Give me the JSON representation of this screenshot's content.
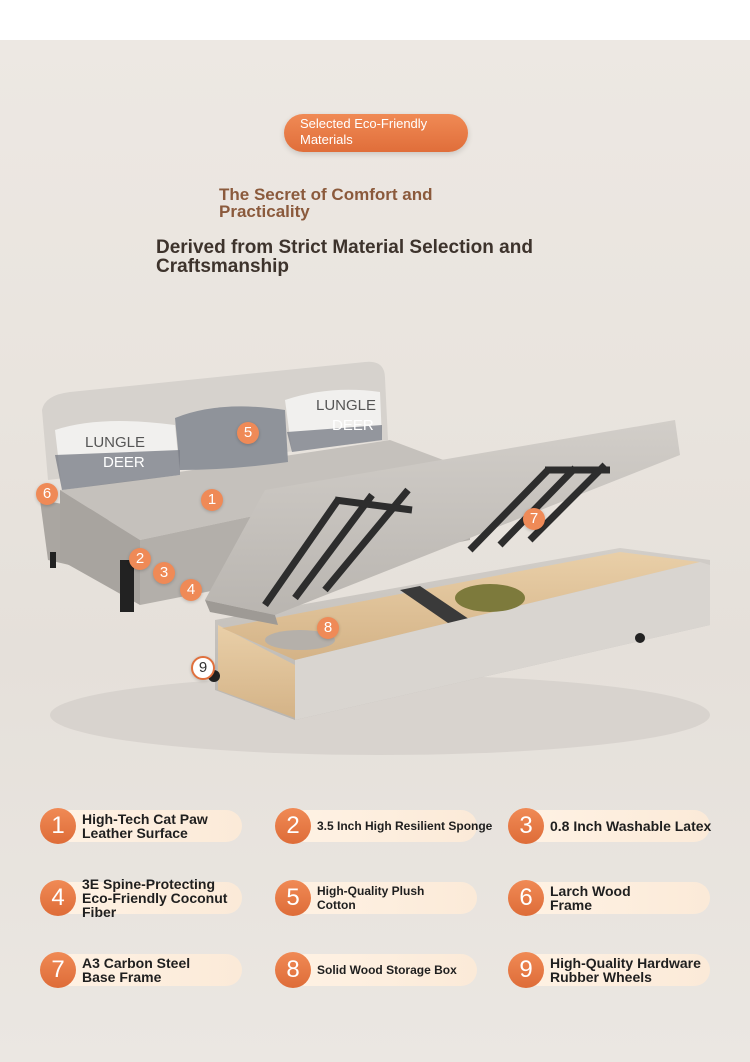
{
  "header": {
    "badge": "Selected Eco-Friendly Materials",
    "subtitle": "The Secret of Comfort and Practicality",
    "title": "Derived from Strict Material Selection and Craftsmanship"
  },
  "pillows": {
    "left": [
      "LUNGLE",
      "DEER"
    ],
    "right": [
      "LUNGLE",
      "DEER"
    ]
  },
  "markers": [
    "1",
    "2",
    "3",
    "4",
    "5",
    "6",
    "7",
    "8",
    "9"
  ],
  "features": [
    {
      "number": "1",
      "label": "High-Tech Cat Paw Leather Surface"
    },
    {
      "number": "2",
      "label": "3.5 Inch High Resilient Sponge"
    },
    {
      "number": "3",
      "label": "0.8 Inch Washable Latex"
    },
    {
      "number": "4",
      "label": "3E Spine-Protecting Eco-Friendly Coconut Fiber"
    },
    {
      "number": "5",
      "label": "High-Quality Plush Cotton"
    },
    {
      "number": "6",
      "label": "Larch Wood Frame"
    },
    {
      "number": "7",
      "label": "A3 Carbon Steel Base Frame"
    },
    {
      "number": "8",
      "label": "Solid Wood Storage Box"
    },
    {
      "number": "9",
      "label": "High-Quality Hardware Rubber Wheels"
    }
  ],
  "colors": {
    "accent": "#ef8a57",
    "title": "#3d332c",
    "subtitle": "#8b5a3c",
    "leather": "#c9c5c0"
  }
}
